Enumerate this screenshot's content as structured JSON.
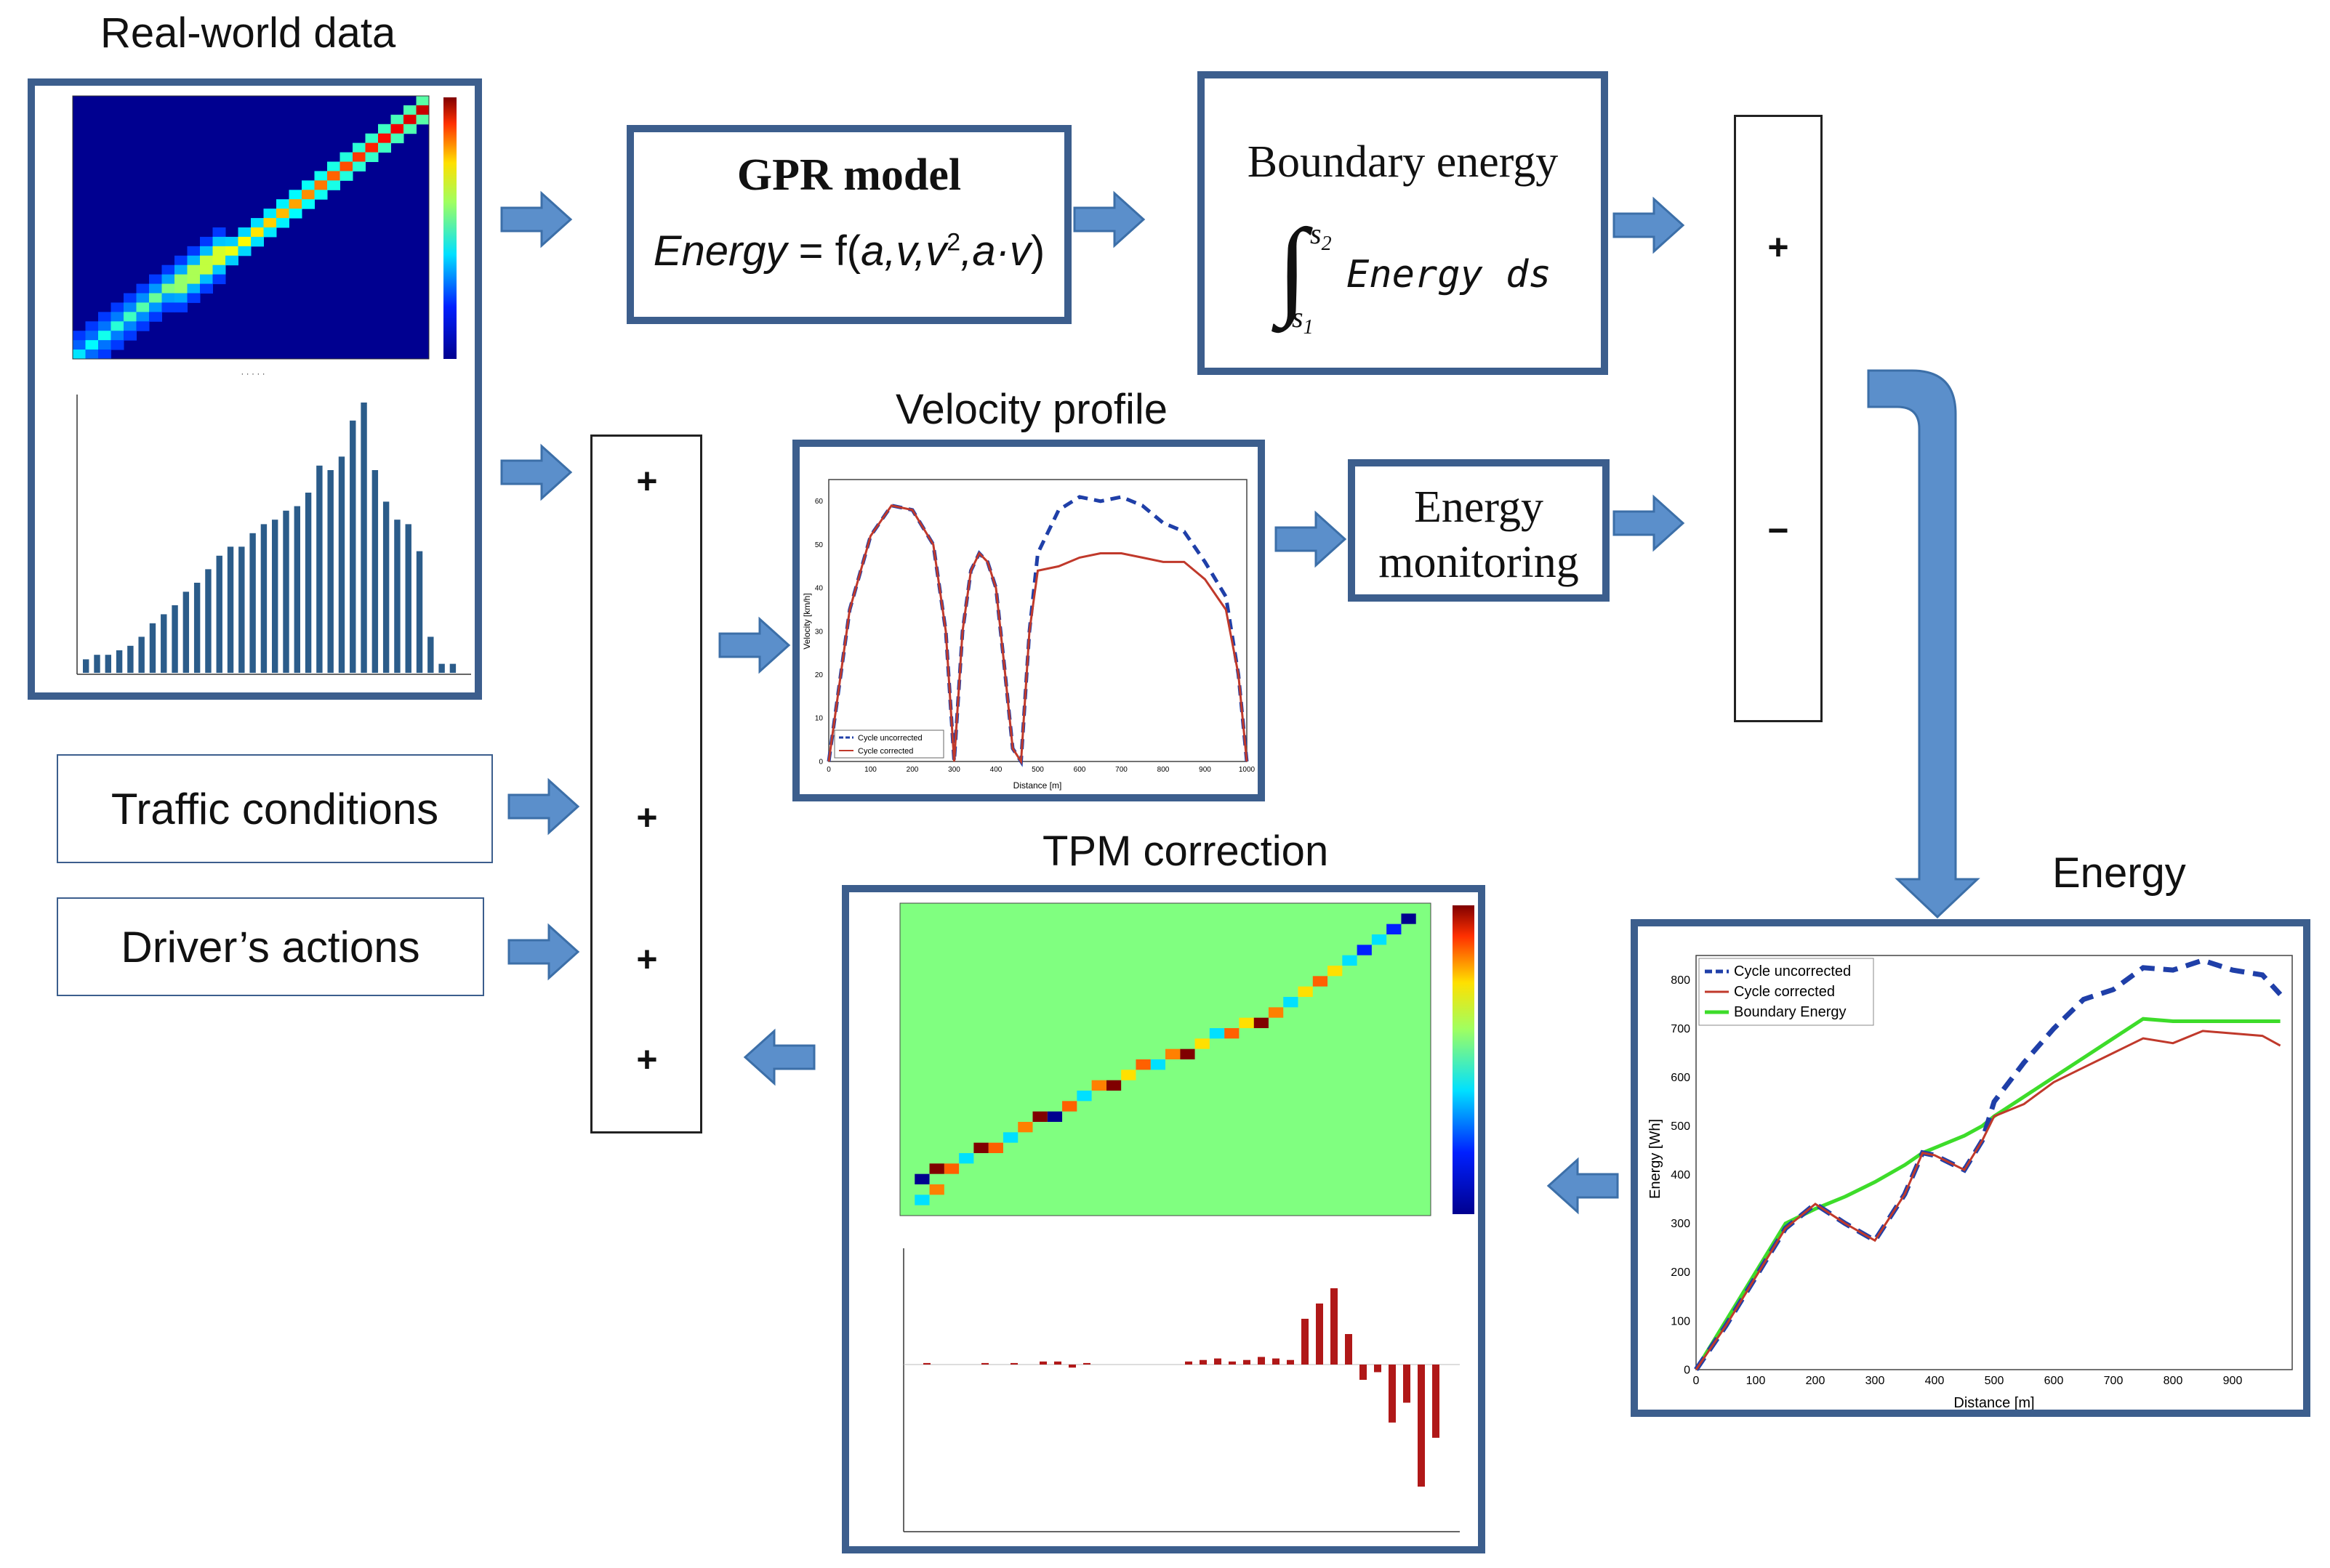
{
  "labels": {
    "real_world_data": "Real-world data",
    "velocity_profile": "Velocity profile",
    "tpm_correction": "TPM correction",
    "energy": "Energy",
    "traffic_conditions": "Traffic conditions",
    "drivers_actions": "Driver’s actions"
  },
  "gpr": {
    "title": "GPR model",
    "formula_prefix": "Energy",
    "formula_eq": " = f(",
    "formula_args": "a,v,v",
    "formula_sup": "2",
    "formula_tail": ",a·v",
    "formula_close": ")"
  },
  "boundary": {
    "title": "Boundary energy",
    "integrand": "Energy ds",
    "upper": "s",
    "upper_sub": "2",
    "lower": "s",
    "lower_sub": "1"
  },
  "monitoring": {
    "line1": "Energy",
    "line2": "monitoring"
  },
  "signs": {
    "plus": "+",
    "minus": "−"
  },
  "velocity_chart": {
    "legend": [
      "Cycle uncorrected",
      "Cycle corrected"
    ],
    "xlabel": "Distance [m]",
    "ylabel": "Velocity [km/h]",
    "xticks": [
      "0",
      "100",
      "200",
      "300",
      "400",
      "500",
      "600",
      "700",
      "800",
      "900",
      "1000"
    ],
    "yticks": [
      "0",
      "10",
      "20",
      "30",
      "40",
      "50",
      "60"
    ]
  },
  "energy_chart": {
    "legend": [
      "Cycle uncorrected",
      "Cycle corrected",
      "Boundary Energy"
    ],
    "xlabel": "Distance [m]",
    "ylabel": "Energy [Wh]",
    "xticks": [
      "0",
      "100",
      "200",
      "300",
      "400",
      "500",
      "600",
      "700",
      "800",
      "900"
    ],
    "yticks": [
      "0",
      "100",
      "200",
      "300",
      "400",
      "500",
      "600",
      "700",
      "800"
    ]
  },
  "colors": {
    "frame": "#3c5e8d",
    "arrow": "#5b8fcb",
    "uncorrected": "#1f3fa8",
    "corrected": "#c0392b",
    "boundary_line": "#3ddc2a",
    "tpm_bg": "#80ff80",
    "heat_bg": "#000090",
    "bar_blue": "#2b5c8a",
    "bar_red": "#b01818"
  },
  "chart_data": [
    {
      "type": "line",
      "chart": "velocity",
      "x": [
        0,
        50,
        100,
        150,
        200,
        250,
        280,
        300,
        320,
        340,
        360,
        380,
        400,
        420,
        440,
        460,
        480,
        500,
        550,
        600,
        650,
        700,
        750,
        800,
        850,
        900,
        950,
        980,
        1000
      ],
      "series": [
        {
          "name": "Cycle uncorrected",
          "values": [
            0,
            35,
            52,
            59,
            58,
            50,
            30,
            0,
            30,
            44,
            48,
            46,
            40,
            22,
            3,
            0,
            30,
            48,
            58,
            61,
            60,
            61,
            59,
            55,
            53,
            46,
            38,
            20,
            0
          ]
        },
        {
          "name": "Cycle corrected",
          "values": [
            0,
            35,
            52,
            59,
            58,
            50,
            30,
            0,
            30,
            44,
            48,
            46,
            40,
            22,
            3,
            0,
            30,
            44,
            45,
            47,
            48,
            48,
            47,
            46,
            46,
            42,
            35,
            20,
            0
          ]
        }
      ],
      "xlim": [
        0,
        1000
      ],
      "ylim": [
        0,
        65
      ]
    },
    {
      "type": "line",
      "chart": "energy",
      "x": [
        0,
        50,
        100,
        150,
        200,
        250,
        300,
        350,
        380,
        400,
        450,
        480,
        500,
        550,
        600,
        650,
        700,
        750,
        800,
        850,
        900,
        950,
        980
      ],
      "series": [
        {
          "name": "Cycle uncorrected",
          "values": [
            0,
            90,
            190,
            290,
            340,
            300,
            265,
            360,
            445,
            440,
            410,
            470,
            550,
            630,
            700,
            760,
            780,
            825,
            820,
            840,
            820,
            810,
            770
          ]
        },
        {
          "name": "Cycle corrected",
          "values": [
            0,
            90,
            190,
            290,
            340,
            300,
            265,
            360,
            445,
            440,
            410,
            470,
            520,
            545,
            590,
            620,
            650,
            680,
            670,
            695,
            690,
            685,
            665
          ]
        },
        {
          "name": "Boundary Energy",
          "values": [
            0,
            100,
            200,
            300,
            330,
            355,
            385,
            420,
            445,
            455,
            480,
            500,
            520,
            560,
            600,
            640,
            680,
            720,
            715,
            715,
            715,
            715,
            715
          ]
        }
      ],
      "xlim": [
        0,
        1000
      ],
      "ylim": [
        0,
        850
      ]
    }
  ]
}
